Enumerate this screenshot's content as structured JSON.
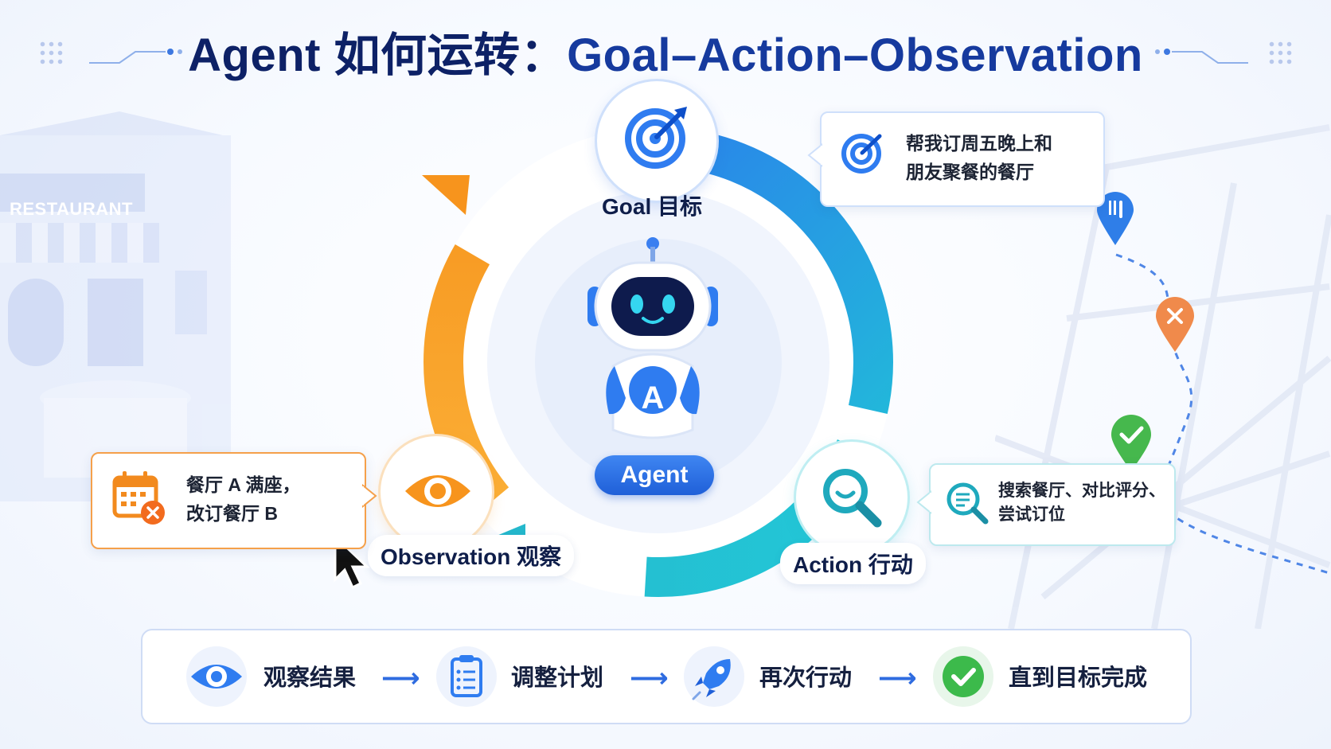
{
  "title": {
    "prefix": "Agent 如何运转：",
    "highlight": "Goal–Action–Observation"
  },
  "background": {
    "restaurant_sign": "RESTAURANT"
  },
  "cycle": {
    "goal": {
      "label": "Goal 目标",
      "icon": "target-icon",
      "color": "#2f7cf0"
    },
    "action": {
      "label": "Action 行动",
      "icon": "search-icon",
      "color": "#1fb7c9"
    },
    "observation": {
      "label": "Observation 观察",
      "icon": "eye-icon",
      "color": "#f59a23"
    },
    "center": {
      "label": "Agent",
      "badge": "A",
      "icon": "robot-icon"
    }
  },
  "bubbles": {
    "goal": {
      "line1": "帮我订周五晚上和",
      "line2": "朋友聚餐的餐厅",
      "icon": "target-icon"
    },
    "action": {
      "line1": "搜索餐厅、对比评分、",
      "line2": "尝试订位",
      "icon": "search-list-icon"
    },
    "observation": {
      "line1": "餐厅 A 满座，",
      "line2": "改订餐厅 B",
      "icon": "calendar-cancel-icon"
    }
  },
  "steps": [
    {
      "label": "观察结果",
      "icon": "eye-icon"
    },
    {
      "label": "调整计划",
      "icon": "clipboard-icon"
    },
    {
      "label": "再次行动",
      "icon": "rocket-icon"
    },
    {
      "label": "直到目标完成",
      "icon": "check-icon"
    }
  ],
  "colors": {
    "title": "#0d2166",
    "blue": "#2f7cf0",
    "teal": "#1fc3d3",
    "orange": "#f59a23",
    "green": "#3cba4b"
  }
}
